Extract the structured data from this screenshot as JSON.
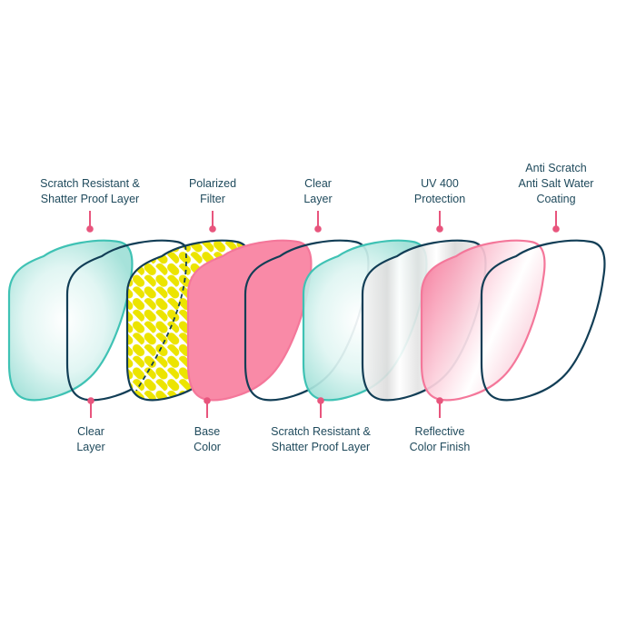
{
  "diagram": {
    "title": "Lens layer breakdown",
    "colors": {
      "teal": "#3fc2b4",
      "teal_fill": "#c9efea",
      "navy": "#123e56",
      "yellow": "#ece400",
      "pink": "#f4779a",
      "pink_fill": "#f98aa7",
      "pin": "#e8557d",
      "text": "#1f4a5c"
    },
    "top_labels": [
      {
        "lines": [
          "Scratch Resistant &",
          "Shatter Proof Layer"
        ]
      },
      {
        "lines": [
          "Polarized",
          "Filter"
        ]
      },
      {
        "lines": [
          "Clear",
          "Layer"
        ]
      },
      {
        "lines": [
          "UV 400",
          "Protection"
        ]
      },
      {
        "lines": [
          "Anti Scratch",
          "Anti Salt Water",
          "Coating"
        ]
      }
    ],
    "bottom_labels": [
      {
        "lines": [
          "Clear",
          "Layer"
        ]
      },
      {
        "lines": [
          "Base",
          "Color"
        ]
      },
      {
        "lines": [
          "Scratch Resistant &",
          "Shatter Proof Layer"
        ]
      },
      {
        "lines": [
          "Reflective",
          "Color Finish"
        ]
      }
    ],
    "layers": [
      {
        "name": "scratch-resistant-layer-1",
        "style": "teal"
      },
      {
        "name": "clear-layer-1",
        "style": "outline"
      },
      {
        "name": "polarized-filter",
        "style": "pattern"
      },
      {
        "name": "base-color",
        "style": "pink"
      },
      {
        "name": "clear-layer-2",
        "style": "outline"
      },
      {
        "name": "scratch-resistant-layer-2",
        "style": "teal"
      },
      {
        "name": "uv-400-protection",
        "style": "silver"
      },
      {
        "name": "reflective-color-finish",
        "style": "pinkgrad"
      },
      {
        "name": "anti-scratch-coating",
        "style": "outline"
      }
    ]
  }
}
